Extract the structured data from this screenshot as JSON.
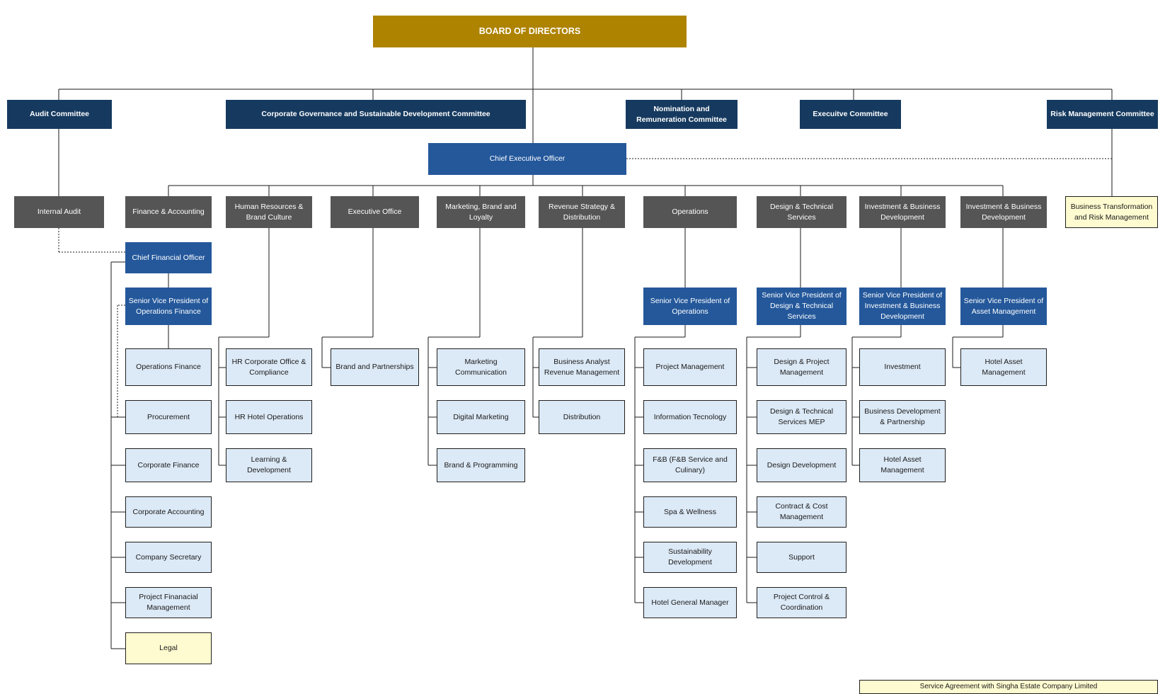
{
  "board": "BOARD OF DIRECTORS",
  "committees": {
    "audit": "Audit Committee",
    "governance": "Corporate Governance and Sustainable Development Committee",
    "nomination": "Nomination and Remuneration Committee",
    "executive": "Execuitve Committee",
    "risk": "Risk Management Committee"
  },
  "ceo": "Chief Executive Officer",
  "departments": {
    "internal_audit": "Internal Audit",
    "finance": "Finance & Accounting",
    "hr": "Human Resources & Brand Culture",
    "exec_office": "Executive Office",
    "marketing": "Marketing, Brand and Loyalty",
    "revenue": "Revenue Strategy & Distribution",
    "operations": "Operations",
    "design": "Design & Technical Services",
    "investment": "Investment & Business Development",
    "asset": "Investment & Business Development",
    "risk_mgmt": "Business Transformation and Risk Management"
  },
  "executives": {
    "cfo": "Chief Financial Officer",
    "svp_ops_finance": "Senior Vice President of Operations Finance",
    "svp_ops": "Senior Vice President of Operations",
    "svp_design": "Senior Vice President of Design & Technical Services",
    "svp_investment": "Senior Vice President of Investment & Business Development",
    "svp_asset": "Senior Vice President of Asset Management"
  },
  "units": {
    "finance": [
      "Operations Finance",
      "Procurement",
      "Corporate Finance",
      "Corporate Accounting",
      "Company Secretary",
      "Project Finanacial Management",
      "Legal"
    ],
    "hr": [
      "HR Corporate Office & Compliance",
      "HR Hotel Operations",
      "Learning & Development"
    ],
    "exec_office": [
      "Brand and Partnerships"
    ],
    "marketing": [
      "Marketing Communication",
      "Digital Marketing",
      "Brand & Programming"
    ],
    "revenue": [
      "Business Analyst Revenue Management",
      "Distribution"
    ],
    "operations": [
      "Project Management",
      "Information Tecnology",
      "F&B (F&B Service and Culinary)",
      "Spa & Wellness",
      "Sustainability Development",
      "Hotel General Manager"
    ],
    "design": [
      "Design & Project Management",
      "Design & Technical Services MEP",
      "Design Development",
      "Contract & Cost Management",
      "Support",
      "Project Control & Coordination"
    ],
    "investment": [
      "Investment",
      "Business Development & Partnership",
      "Hotel Asset Management"
    ],
    "asset": [
      "Hotel Asset Management"
    ]
  },
  "footer_note": "Service Agreement with Singha Estate Company Limited",
  "colors": {
    "board": "#ae8300",
    "committee": "#163a5f",
    "executive": "#24589b",
    "department": "#555555",
    "unit": "#dce9f6",
    "note": "#fefbd0"
  }
}
